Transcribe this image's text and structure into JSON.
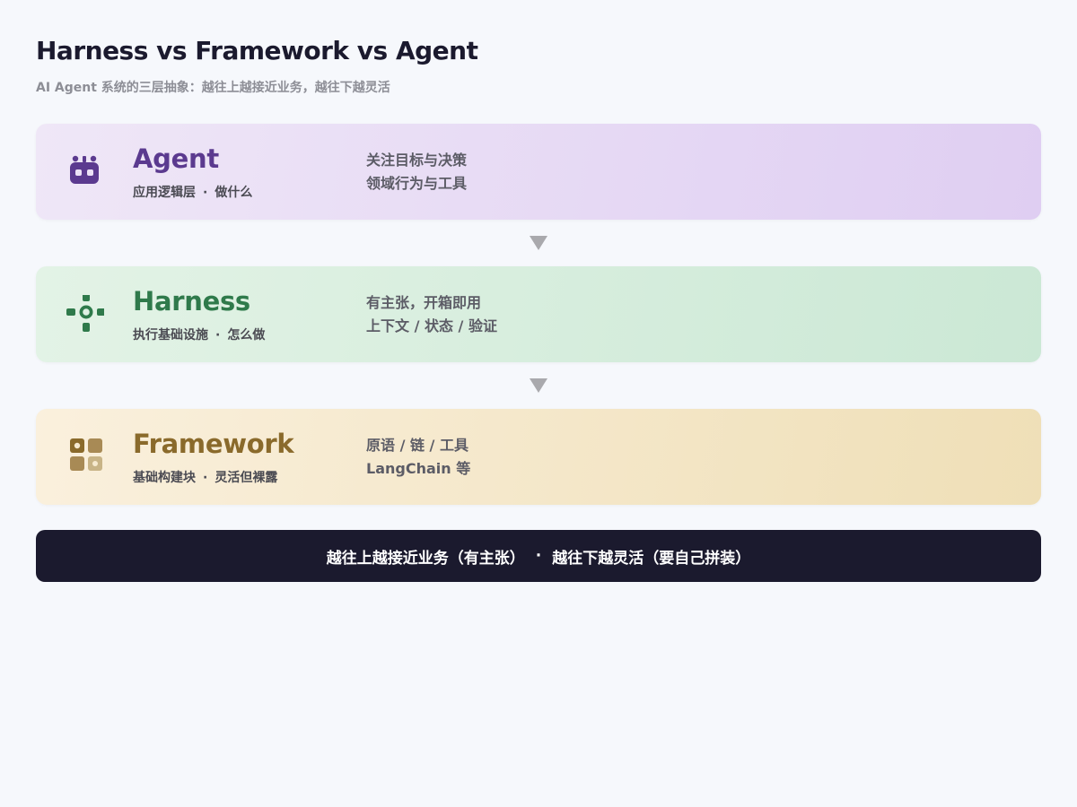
{
  "header": {
    "title": "Harness vs Framework vs Agent",
    "subtitle": "AI Agent 系统的三层抽象：越往上越接近业务，越往下越灵活"
  },
  "layers": [
    {
      "name": "Agent",
      "role": "应用逻辑层",
      "role_detail": "做什么",
      "details": [
        "关注目标与决策",
        "领域行为与工具"
      ],
      "icon": "robot-icon",
      "color": "#5b3a8f"
    },
    {
      "name": "Harness",
      "role": "执行基础设施",
      "role_detail": "怎么做",
      "details": [
        "有主张，开箱即用",
        "上下文 / 状态 / 验证"
      ],
      "icon": "gear-icon",
      "color": "#2f7a4b"
    },
    {
      "name": "Framework",
      "role": "基础构建块",
      "role_detail": "灵活但裸露",
      "details": [
        "原语 / 链 / 工具",
        "LangChain 等"
      ],
      "icon": "blocks-icon",
      "color": "#8a6a2b"
    }
  ],
  "separator": "·",
  "footer": {
    "left": "越往上越接近业务（有主张）",
    "right": "越往下越灵活（要自己拼装）"
  }
}
